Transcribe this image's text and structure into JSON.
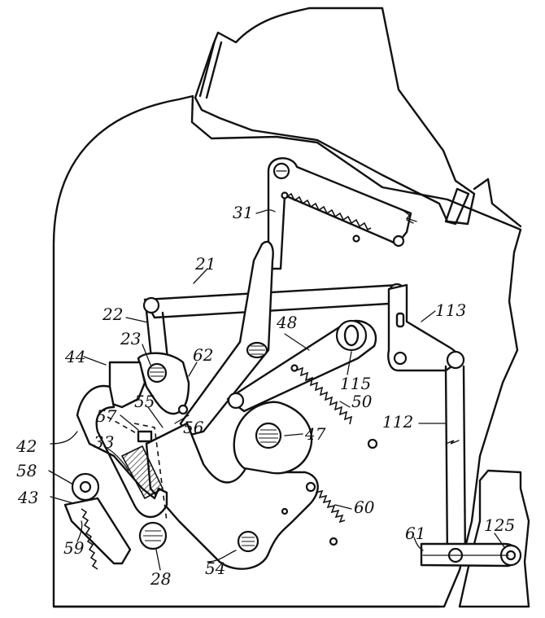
{
  "figure": {
    "labels": {
      "l21": "21",
      "l22": "22",
      "l23": "23",
      "l28": "28",
      "l31": "31",
      "l33": "33",
      "l42": "42",
      "l43": "43",
      "l44": "44",
      "l47": "47",
      "l48": "48",
      "l50": "50",
      "l54": "54",
      "l55": "55",
      "l56": "56",
      "l57": "57",
      "l58": "58",
      "l59": "59",
      "l60": "60",
      "l61": "61",
      "l62": "62",
      "l112": "112",
      "l113": "113",
      "l115": "115",
      "l125": "125"
    }
  }
}
